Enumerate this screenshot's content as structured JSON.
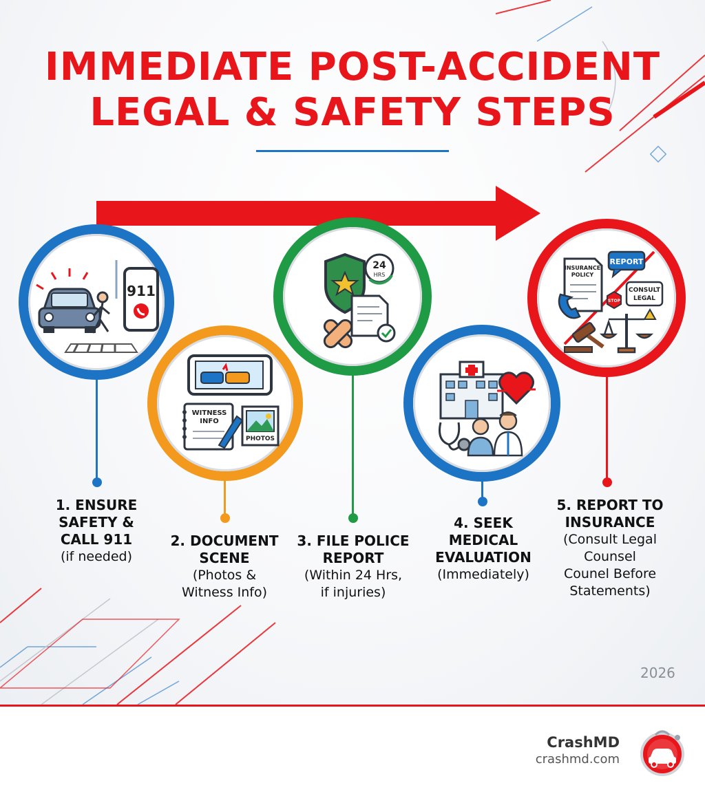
{
  "title": {
    "line1": "IMMEDIATE POST-ACCIDENT",
    "line2": "LEGAL & SAFETY STEPS"
  },
  "colors": {
    "red": "#e8161b",
    "blue": "#1e74c4",
    "orange": "#f39a1e",
    "green": "#1f9a45"
  },
  "steps": [
    {
      "title_lines": [
        "1. ENSURE",
        "SAFETY &",
        "CALL 911"
      ],
      "sub_lines": [
        "(if needed)"
      ],
      "icon_text": [
        "911"
      ],
      "icons": [
        "car-icon",
        "pedestrian-icon",
        "phone-icon"
      ]
    },
    {
      "title_lines": [
        "2. DOCUMENT",
        "SCENE"
      ],
      "sub_lines": [
        "(Photos &",
        "Witness Info)"
      ],
      "icon_text": [
        "WITNESS",
        "INFO",
        "PHOTOS"
      ],
      "icons": [
        "camera-phone-icon",
        "notebook-icon",
        "photo-icon"
      ]
    },
    {
      "title_lines": [
        "3. FILE POLICE",
        "REPORT"
      ],
      "sub_lines": [
        "(Within 24 Hrs,",
        "if injuries)"
      ],
      "icon_text": [
        "24",
        "HRS"
      ],
      "icons": [
        "police-badge-icon",
        "clock-24-icon",
        "document-icon",
        "bandage-icon"
      ]
    },
    {
      "title_lines": [
        "4. SEEK",
        "MEDICAL",
        "EVALUATION"
      ],
      "sub_lines": [
        "(Immediately)"
      ],
      "icon_text": [],
      "icons": [
        "hospital-icon",
        "heart-icon",
        "stethoscope-icon",
        "doctor-icon"
      ]
    },
    {
      "title_lines": [
        "5. REPORT TO",
        "INSURANCE"
      ],
      "sub_lines": [
        "(Consult Legal",
        "Counsel",
        "Counel Before",
        "Statements)"
      ],
      "icon_text": [
        "INSURANCE",
        "POLICY",
        "REPORT",
        "CONSULT",
        "LEGAL",
        "STOP"
      ],
      "icons": [
        "policy-icon",
        "phone-icon",
        "gavel-icon",
        "scales-icon"
      ]
    }
  ],
  "year": "2026",
  "brand": {
    "name": "CrashMD",
    "url": "crashmd.com"
  }
}
